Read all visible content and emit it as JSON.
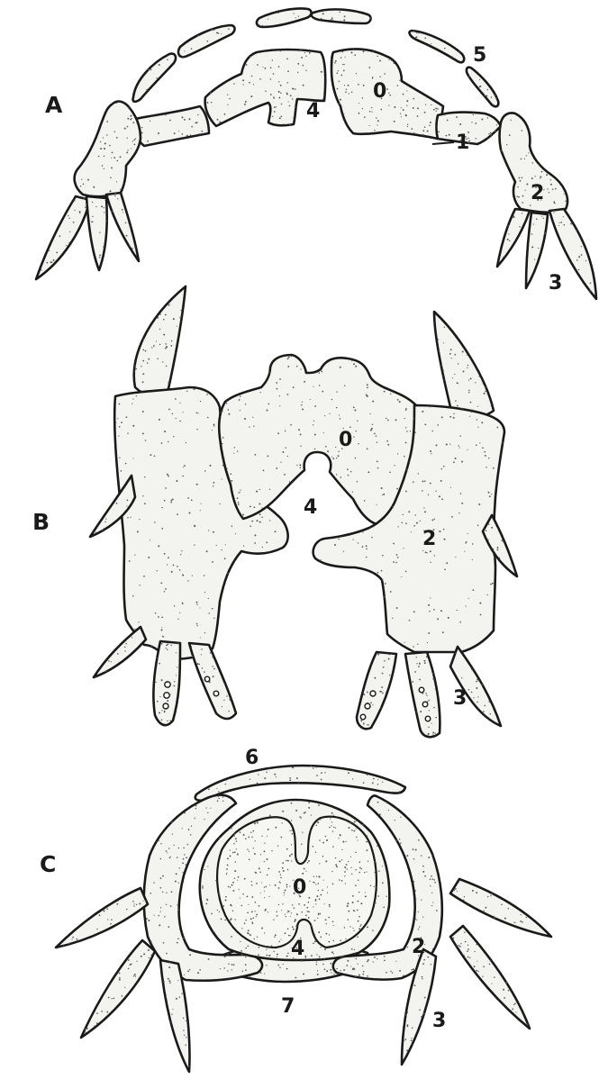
{
  "panels": [
    {
      "id": "A",
      "label": "A",
      "numerals": [
        "5",
        "4",
        "0",
        "1",
        "2",
        "3"
      ]
    },
    {
      "id": "B",
      "label": "B",
      "numerals": [
        "0",
        "4",
        "2",
        "3"
      ]
    },
    {
      "id": "C",
      "label": "C",
      "numerals": [
        "6",
        "0",
        "4",
        "2",
        "7",
        "3"
      ]
    }
  ],
  "colors": {
    "ink": "#1a1a1a",
    "paper": "#ffffff",
    "stipple": "#555555"
  }
}
